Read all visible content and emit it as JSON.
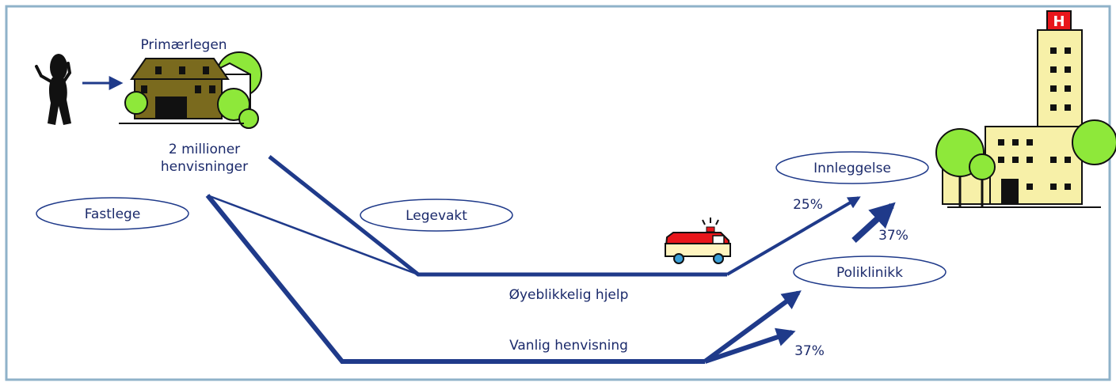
{
  "colors": {
    "frame": "#8fb2c9",
    "flow": "#1f3a8a",
    "text": "#1b2a6b",
    "tree": "#8ee83a",
    "house": "#7a6a1e",
    "hospital": "#f7f0a8",
    "hospital_sign": "#e8161b",
    "ambulance_top": "#e8161b",
    "ambulance_body": "#fff4bf",
    "wheel": "#3aa0d8"
  },
  "labels": {
    "primary_doctor": "Primærlegen",
    "referrals_line1": "2 millioner",
    "referrals_line2": "henvisninger",
    "gp": "Fastlege",
    "emergency_clinic": "Legevakt",
    "admission": "Innleggelse",
    "outpatient": "Poliklinikk",
    "emergency_help": "Øyeblikkelig hjelp",
    "regular_referral": "Vanlig henvisning"
  },
  "percentages": {
    "admission_from_emergency": "25%",
    "admission_from_outpatient": "37%",
    "regular_split": "37%"
  },
  "icons": [
    "person-icon",
    "doctor-office-icon",
    "ambulance-icon",
    "hospital-icon"
  ]
}
